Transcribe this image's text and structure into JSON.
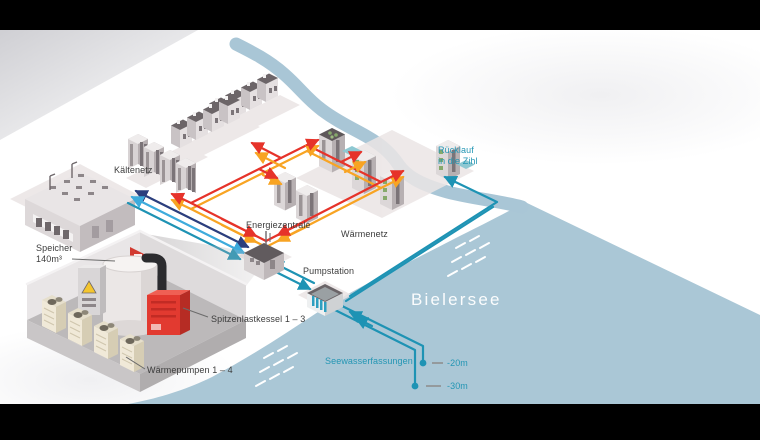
{
  "labels": {
    "cooling_network": "Kältenetz",
    "energy_center": "Energiezentrale",
    "heating_network": "Wärmenetz",
    "pump_station": "Pumpstation",
    "return_flow": "Rücklauf\nin die Zihl",
    "lake_name": "Bielersee",
    "lake_water_intakes": "Seewasserfassungen",
    "depth_minus_20": "-20m",
    "depth_minus_30": "-30m",
    "storage_tank": "Speicher\n140m³",
    "peak_load_boilers": "Spitzenlastkessel 1 – 3",
    "heat_pumps": "Wärmepumpen 1 – 4"
  },
  "colors": {
    "heating_supply_red": "#e6332a",
    "heating_return_orange": "#f8a423",
    "cooling_dark_blue": "#2b3e7d",
    "cooling_light_blue": "#3dabdc",
    "lake_water_teal": "#1e93b4",
    "lake_fill": "#aac7d6",
    "label_text": "#3c3c3c",
    "teal_text": "#2496b4"
  }
}
